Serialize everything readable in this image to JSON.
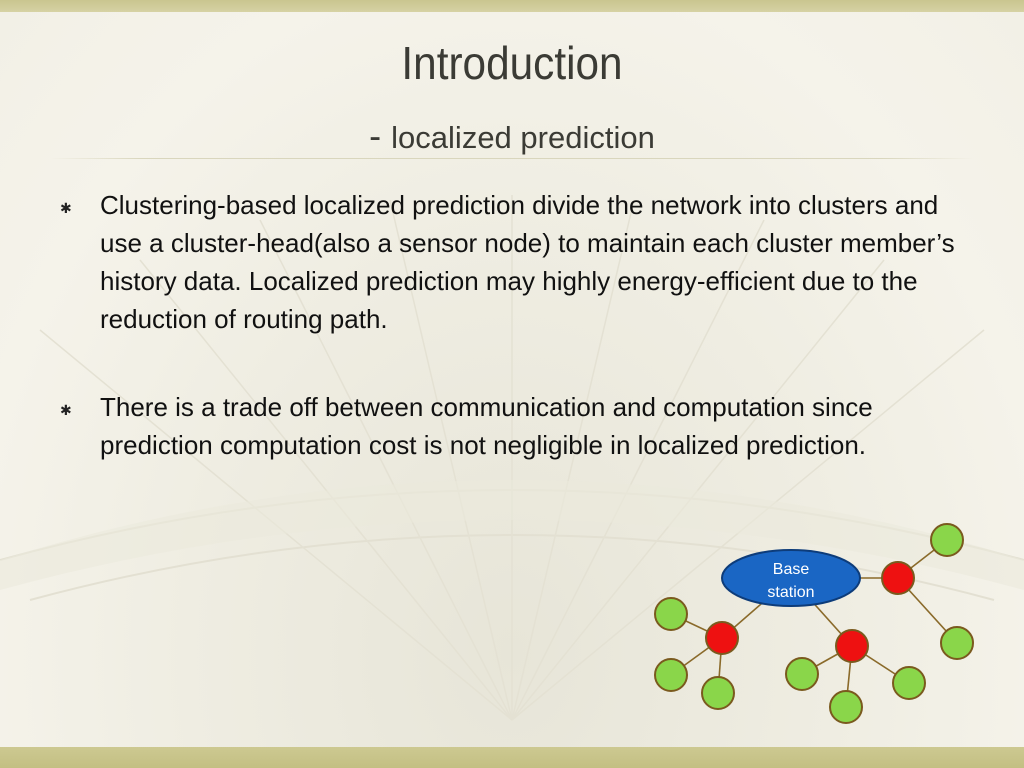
{
  "slide": {
    "title": "Introduction",
    "subtitle_dash": "-",
    "subtitle": "localized prediction",
    "bullet_glyph": "✱",
    "bullets": [
      "Clustering-based localized prediction divide the network into clusters and use a cluster-head(also a sensor node) to maintain each cluster member’s history data. Localized prediction may highly energy-efficient due to the reduction of routing path.",
      "There is a trade off between communication and computation since prediction computation cost is not negligible in localized prediction."
    ]
  },
  "diagram": {
    "base_station_line1": "Base",
    "base_station_line2": "station",
    "colors": {
      "base_fill": "#1a66c4",
      "base_stroke": "#0d3c7a",
      "head_fill": "#ee1111",
      "member_fill": "#8ad64a",
      "node_stroke": "#7a5a1e",
      "edge": "#8a6a2a"
    }
  }
}
